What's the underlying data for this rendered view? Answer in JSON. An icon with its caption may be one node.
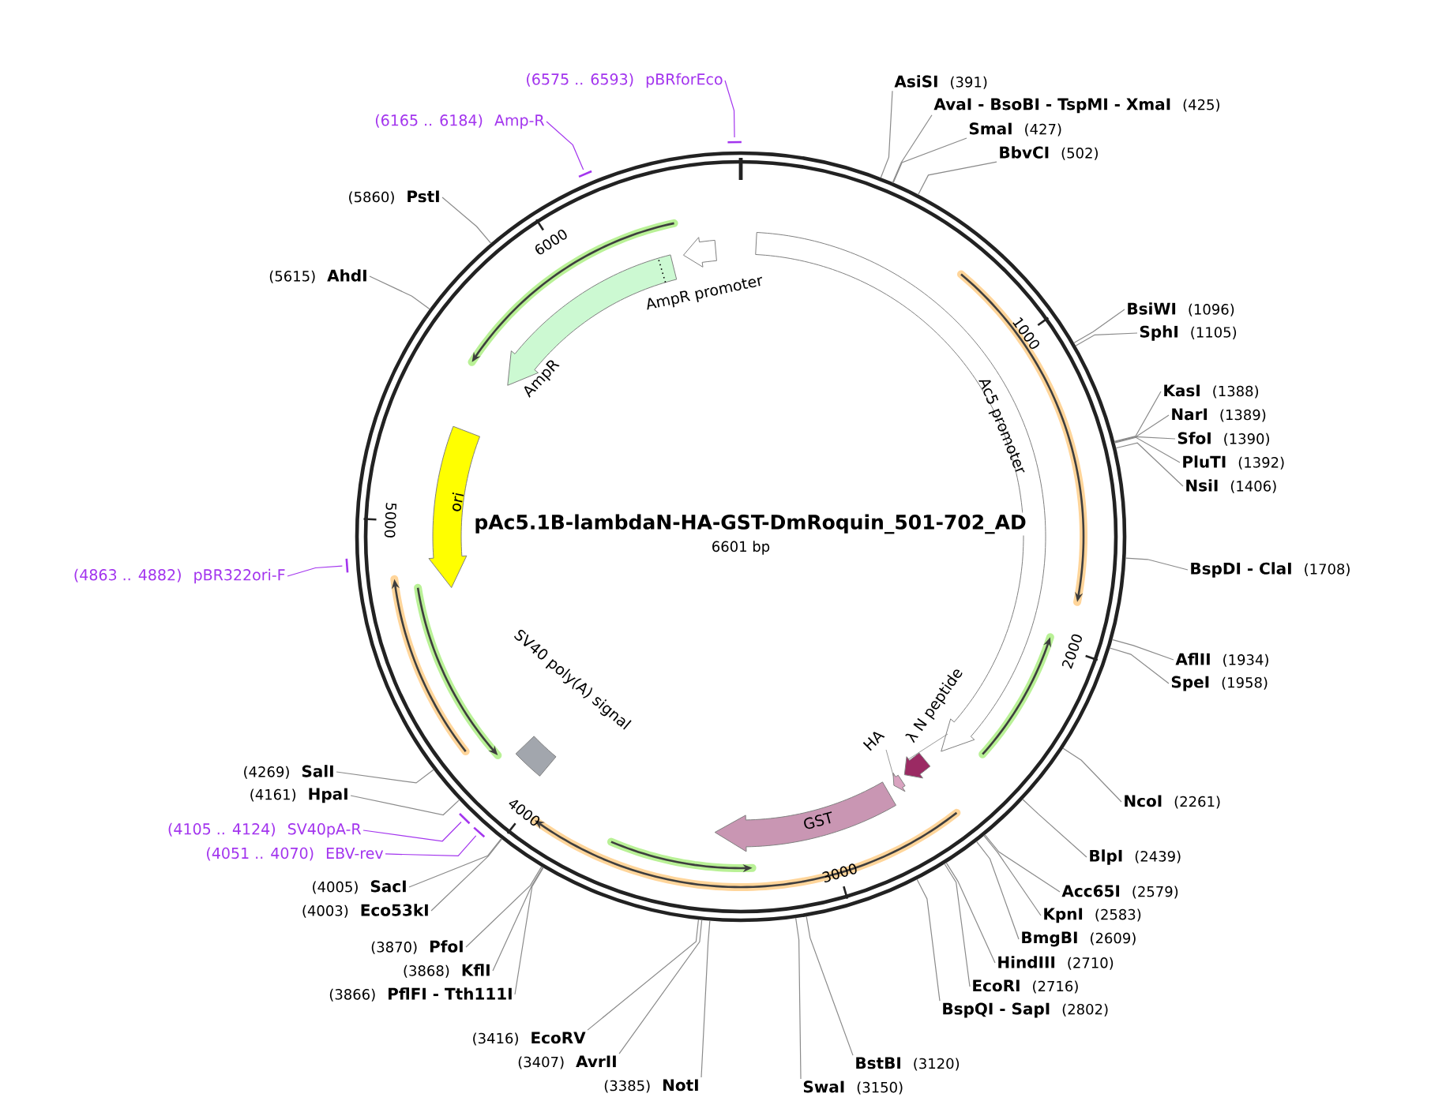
{
  "diagram": {
    "title": "pAc5.1B-lambdaN-HA-GST-DmRoquin_501-702_AD",
    "nodes": [
      {
        "text": [
          "(6575 .. 6593)",
          "pBRforEco"
        ]
      },
      {
        "text": [
          "AsiSI",
          "(391)"
        ]
      },
      {
        "text": [
          "AvaI - BsoBI - TspMI - XmaI",
          "(425)"
        ]
      },
      {
        "text": [
          "SmaI",
          "(427)"
        ]
      },
      {
        "text": [
          "BbvCI",
          "(502)"
        ]
      },
      {
        "text": [
          "(6165 .. 6184)",
          "Amp-R"
        ]
      },
      {
        "text": [
          "(5860)",
          "PstI"
        ]
      },
      {
        "text": [
          "(5615)",
          "AhdI"
        ]
      },
      {
        "text": [
          "BsiWI",
          "(1096)"
        ]
      },
      {
        "text": [
          "SphI",
          "(1105)"
        ]
      },
      {
        "text": [
          "KasI",
          "(1388)"
        ]
      },
      {
        "text": [
          "NarI",
          "(1389)"
        ]
      },
      {
        "text": [
          "SfoI",
          "(1390)"
        ]
      },
      {
        "text": [
          "PluTI",
          "(1392)"
        ]
      },
      {
        "text": [
          "NsiI",
          "(1406)"
        ]
      },
      {
        "text": [
          "BspDI - ClaI",
          "(1708)"
        ]
      },
      {
        "text": [
          "(4863 .. 4882)",
          "pBR322ori-F"
        ]
      },
      {
        "text": [
          "AflII",
          "(1934)"
        ]
      },
      {
        "text": [
          "SpeI",
          "(1958)"
        ]
      },
      {
        "text": [
          "(4269)",
          "SalI"
        ]
      },
      {
        "text": [
          "(4161)",
          "HpaI"
        ]
      },
      {
        "text": [
          "NcoI",
          "(2261)"
        ]
      },
      {
        "text": [
          "(4105 .. 4124)",
          "SV40pA-R"
        ]
      },
      {
        "text": [
          "(4051 .. 4070)",
          "EBV-rev"
        ]
      },
      {
        "text": [
          "BlpI",
          "(2439)"
        ]
      },
      {
        "text": [
          "(4005)",
          "SacI"
        ]
      },
      {
        "text": [
          "Acc65I",
          "(2579)"
        ]
      },
      {
        "text": [
          "(4003)",
          "Eco53kI"
        ]
      },
      {
        "text": [
          "KpnI",
          "(2583)"
        ]
      },
      {
        "text": [
          "BmgBI",
          "(2609)"
        ]
      },
      {
        "text": [
          "(3870)",
          "PfoI"
        ]
      },
      {
        "text": [
          "HindIII",
          "(2710)"
        ]
      },
      {
        "text": [
          "(3868)",
          "KflI"
        ]
      },
      {
        "text": [
          "EcoRI",
          "(2716)"
        ]
      },
      {
        "text": [
          "(3866)",
          "PflFI - Tth111I"
        ]
      },
      {
        "text": [
          "BspQI - SapI",
          "(2802)"
        ]
      },
      {
        "text": [
          "(3416)",
          "EcoRV"
        ]
      },
      {
        "text": [
          "(3407)",
          "AvrII"
        ]
      },
      {
        "text": [
          "BstBI",
          "(3120)"
        ]
      },
      {
        "text": [
          "(3385)",
          "NotI"
        ]
      },
      {
        "text": [
          "SwaI",
          "(3150)"
        ]
      },
      {
        "text": [
          "AmpR promoter"
        ]
      },
      {
        "text": [
          "AmpR"
        ]
      },
      {
        "text": [
          "ori"
        ]
      },
      {
        "text": [
          "Ac5 promoter"
        ]
      },
      {
        "text": [
          "λ N peptide"
        ]
      },
      {
        "text": [
          "HA"
        ]
      },
      {
        "text": [
          "GST"
        ]
      },
      {
        "text": [
          "SV40 poly(A) signal"
        ]
      }
    ],
    "edges": [
      {
        "from": 0,
        "to": null,
        "arrow": "none",
        "color": "#a335ee"
      },
      {
        "from": 1,
        "to": null,
        "arrow": "none"
      },
      {
        "from": 2,
        "to": null,
        "arrow": "none"
      },
      {
        "from": 3,
        "to": null,
        "arrow": "none"
      },
      {
        "from": 4,
        "to": null,
        "arrow": "none"
      },
      {
        "from": 5,
        "to": null,
        "arrow": "none",
        "color": "#a335ee"
      },
      {
        "from": 6,
        "to": null,
        "arrow": "none"
      },
      {
        "from": 7,
        "to": null,
        "arrow": "none"
      },
      {
        "from": 8,
        "to": null,
        "arrow": "none"
      },
      {
        "from": 9,
        "to": null,
        "arrow": "none"
      },
      {
        "from": 10,
        "to": null,
        "arrow": "none"
      },
      {
        "from": 11,
        "to": null,
        "arrow": "none"
      },
      {
        "from": 12,
        "to": null,
        "arrow": "none"
      },
      {
        "from": 13,
        "to": null,
        "arrow": "none"
      },
      {
        "from": 14,
        "to": null,
        "arrow": "none"
      },
      {
        "from": 15,
        "to": null,
        "arrow": "none"
      },
      {
        "from": 16,
        "to": null,
        "arrow": "none",
        "color": "#a335ee"
      },
      {
        "from": 17,
        "to": null,
        "arrow": "none"
      },
      {
        "from": 18,
        "to": null,
        "arrow": "none"
      },
      {
        "from": 19,
        "to": null,
        "arrow": "none"
      },
      {
        "from": 20,
        "to": null,
        "arrow": "none"
      },
      {
        "from": 21,
        "to": null,
        "arrow": "none"
      },
      {
        "from": 22,
        "to": null,
        "arrow": "none",
        "color": "#a335ee"
      },
      {
        "from": 23,
        "to": null,
        "arrow": "none",
        "color": "#a335ee"
      },
      {
        "from": 24,
        "to": null,
        "arrow": "none"
      },
      {
        "from": 25,
        "to": null,
        "arrow": "none"
      },
      {
        "from": 26,
        "to": null,
        "arrow": "none"
      },
      {
        "from": 27,
        "to": null,
        "arrow": "none"
      },
      {
        "from": 28,
        "to": null,
        "arrow": "none"
      },
      {
        "from": 29,
        "to": null,
        "arrow": "none"
      },
      {
        "from": 30,
        "to": null,
        "arrow": "none"
      },
      {
        "from": 31,
        "to": null,
        "arrow": "none"
      },
      {
        "from": 32,
        "to": null,
        "arrow": "none"
      },
      {
        "from": 33,
        "to": null,
        "arrow": "none"
      },
      {
        "from": 34,
        "to": null,
        "arrow": "none"
      },
      {
        "from": 35,
        "to": null,
        "arrow": "none"
      },
      {
        "from": 36,
        "to": null,
        "arrow": "none"
      },
      {
        "from": 37,
        "to": null,
        "arrow": "none"
      },
      {
        "from": 38,
        "to": null,
        "arrow": "none"
      },
      {
        "from": 39,
        "to": null,
        "arrow": "none"
      },
      {
        "from": 40,
        "to": null,
        "arrow": "none"
      }
    ],
    "labels": [
      "6601 bp",
      "1000",
      "2000",
      "3000",
      "4000",
      "5000",
      "6000"
    ]
  }
}
